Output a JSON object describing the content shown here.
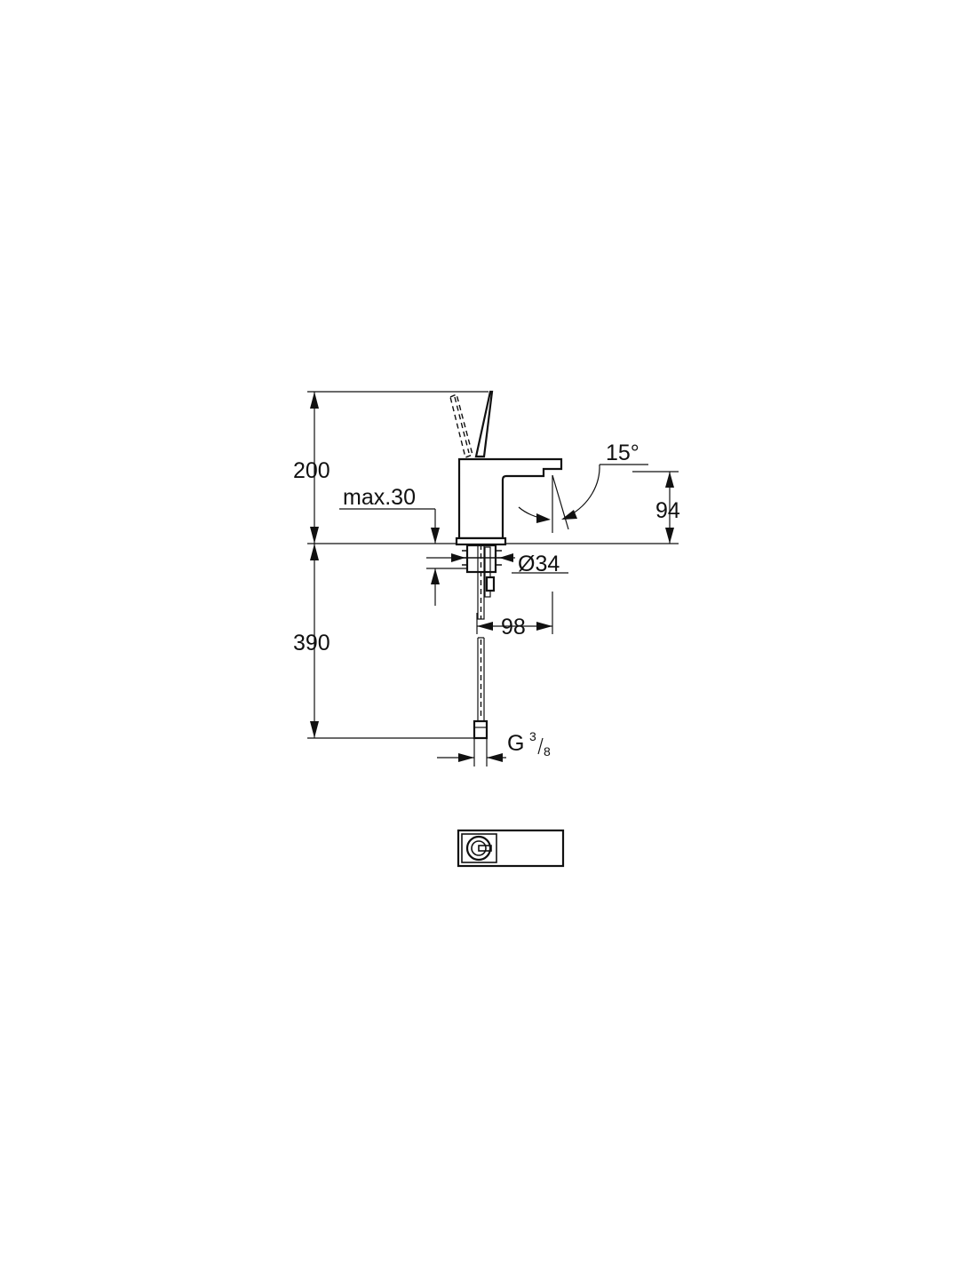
{
  "dimensions": {
    "total_height": "200",
    "spout_height": "94",
    "max_thickness": "max.30",
    "hole_diameter": "Ø34",
    "spout_reach": "98",
    "hose_length": "390",
    "angle": "15°",
    "thread_prefix": "G",
    "thread_num": "3",
    "thread_den": "8"
  },
  "colors": {
    "line": "#111111",
    "background": "#ffffff"
  }
}
